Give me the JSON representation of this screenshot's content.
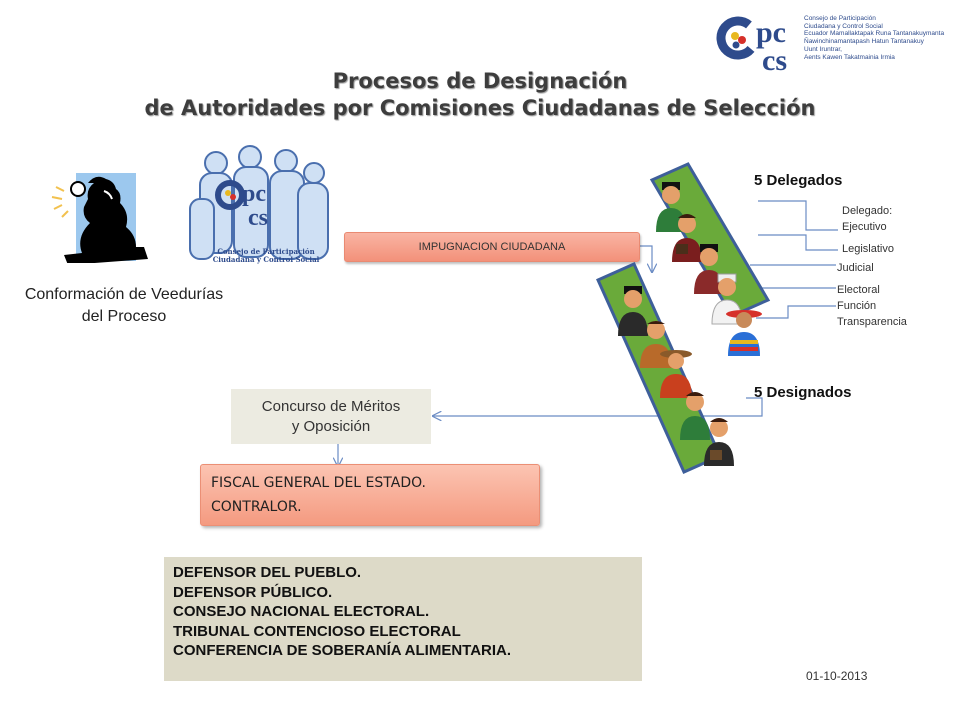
{
  "title": {
    "line1": "Procesos de Designación",
    "line2": "de Autoridades por Comisiones Ciudadanas de Selección"
  },
  "logo": {
    "text": "cpccs",
    "org_lines": [
      "Consejo de Participación",
      "Ciudadana y Control Social",
      "Ecuador Mamallaktapak Runa Tantanakuymanta",
      "Ñawinchinamantapash Hatun Tantanakuy",
      "Uunt Iruntrar,",
      "Aents Kawen Takatmainia Irmia"
    ],
    "group_caption": [
      "Consejo de Participación",
      "Ciudadana y Control Social"
    ]
  },
  "veeduria": {
    "caption_line1": "Conformación de Veedurías",
    "caption_line2": "del Proceso"
  },
  "impugnacion": {
    "label": "IMPUGNACION CIUDADANA"
  },
  "concurso": {
    "line1": "Concurso de Méritos",
    "line2": "y Oposición"
  },
  "fiscal": {
    "line1": "FISCAL GENERAL DEL ESTADO.",
    "line2": "CONTRALOR."
  },
  "defensor": {
    "lines": [
      "DEFENSOR DEL PUEBLO.",
      "DEFENSOR PÚBLICO.",
      "CONSEJO NACIONAL ELECTORAL.",
      "TRIBUNAL CONTENCIOSO ELECTORAL",
      "CONFERENCIA DE SOBERANÍA ALIMENTARIA."
    ]
  },
  "delegados": {
    "header": "5 Delegados",
    "labels": [
      "Delegado:",
      "Ejecutivo",
      "Legislativo",
      "Judicial",
      "Electoral",
      "Función",
      "Transparencia"
    ]
  },
  "designados": {
    "header": "5 Designados"
  },
  "date": "01-10-2013",
  "colors": {
    "salmon": "#f4a08a",
    "beige": "#dddac8",
    "concurso_bg": "#ecebe1",
    "band_fill": "#6aaa3a",
    "band_border": "#3e5f9a",
    "connector": "#6b8cc4",
    "logo_blue": "#2e4b8c"
  },
  "icons": [
    "detective-icon",
    "people-group-icon",
    "person-icon"
  ]
}
